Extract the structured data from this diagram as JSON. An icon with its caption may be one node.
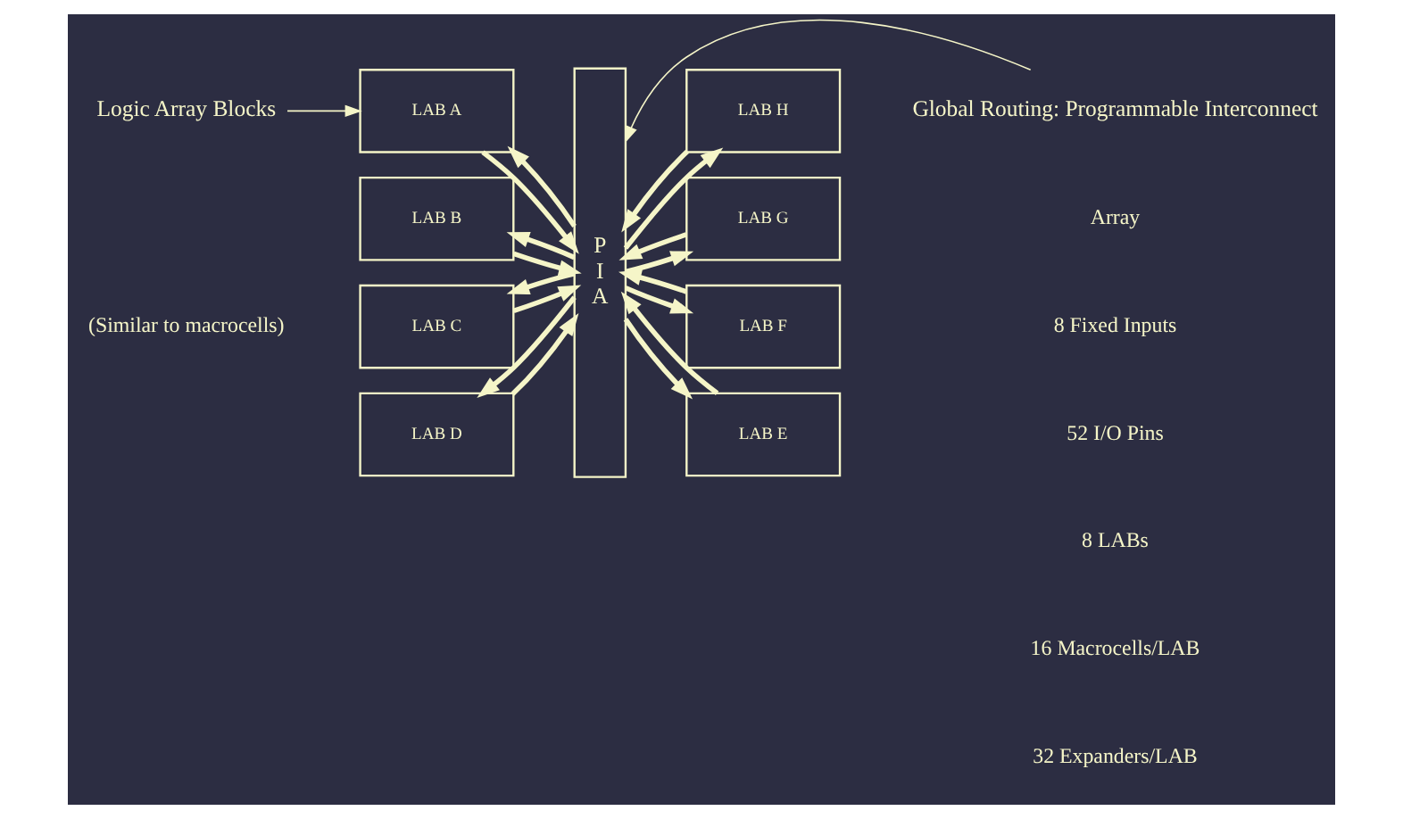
{
  "diagram": {
    "nodes": [
      {
        "text": [
          "Logic Array Blocks"
        ]
      },
      {
        "text": [
          "Global Routing: Programmable Interconnect"
        ]
      },
      {
        "text": [
          "P I A"
        ]
      },
      {
        "text": [
          "LAB A"
        ]
      },
      {
        "text": [
          "LAB B"
        ]
      },
      {
        "text": [
          "LAB C"
        ]
      },
      {
        "text": [
          "LAB D"
        ]
      },
      {
        "text": [
          "LAB H"
        ]
      },
      {
        "text": [
          "LAB G"
        ]
      },
      {
        "text": [
          "LAB F"
        ]
      },
      {
        "text": [
          "LAB E"
        ]
      }
    ],
    "edges": [
      {
        "from": 0,
        "to": 3,
        "arrow": "to"
      },
      {
        "from": 1,
        "to": 2,
        "arrow": "to"
      },
      {
        "from": 2,
        "to": 3,
        "arrow": "to"
      },
      {
        "from": 3,
        "to": 2,
        "arrow": "to"
      },
      {
        "from": 2,
        "to": 4,
        "arrow": "to"
      },
      {
        "from": 4,
        "to": 2,
        "arrow": "to"
      },
      {
        "from": 2,
        "to": 5,
        "arrow": "to"
      },
      {
        "from": 5,
        "to": 2,
        "arrow": "to"
      },
      {
        "from": 2,
        "to": 6,
        "arrow": "to"
      },
      {
        "from": 6,
        "to": 2,
        "arrow": "to"
      },
      {
        "from": 2,
        "to": 7,
        "arrow": "to"
      },
      {
        "from": 7,
        "to": 2,
        "arrow": "to"
      },
      {
        "from": 2,
        "to": 8,
        "arrow": "to"
      },
      {
        "from": 8,
        "to": 2,
        "arrow": "to"
      },
      {
        "from": 2,
        "to": 9,
        "arrow": "to"
      },
      {
        "from": 9,
        "to": 2,
        "arrow": "to"
      },
      {
        "from": 2,
        "to": 10,
        "arrow": "to"
      },
      {
        "from": 10,
        "to": 2,
        "arrow": "to"
      }
    ],
    "labels": [
      "(Similar to macrocells)",
      "Array",
      "8 Fixed Inputs",
      "52 I/O Pins",
      "8 LABs",
      "16 Macrocells/LAB",
      "32 Expanders/LAB"
    ]
  }
}
